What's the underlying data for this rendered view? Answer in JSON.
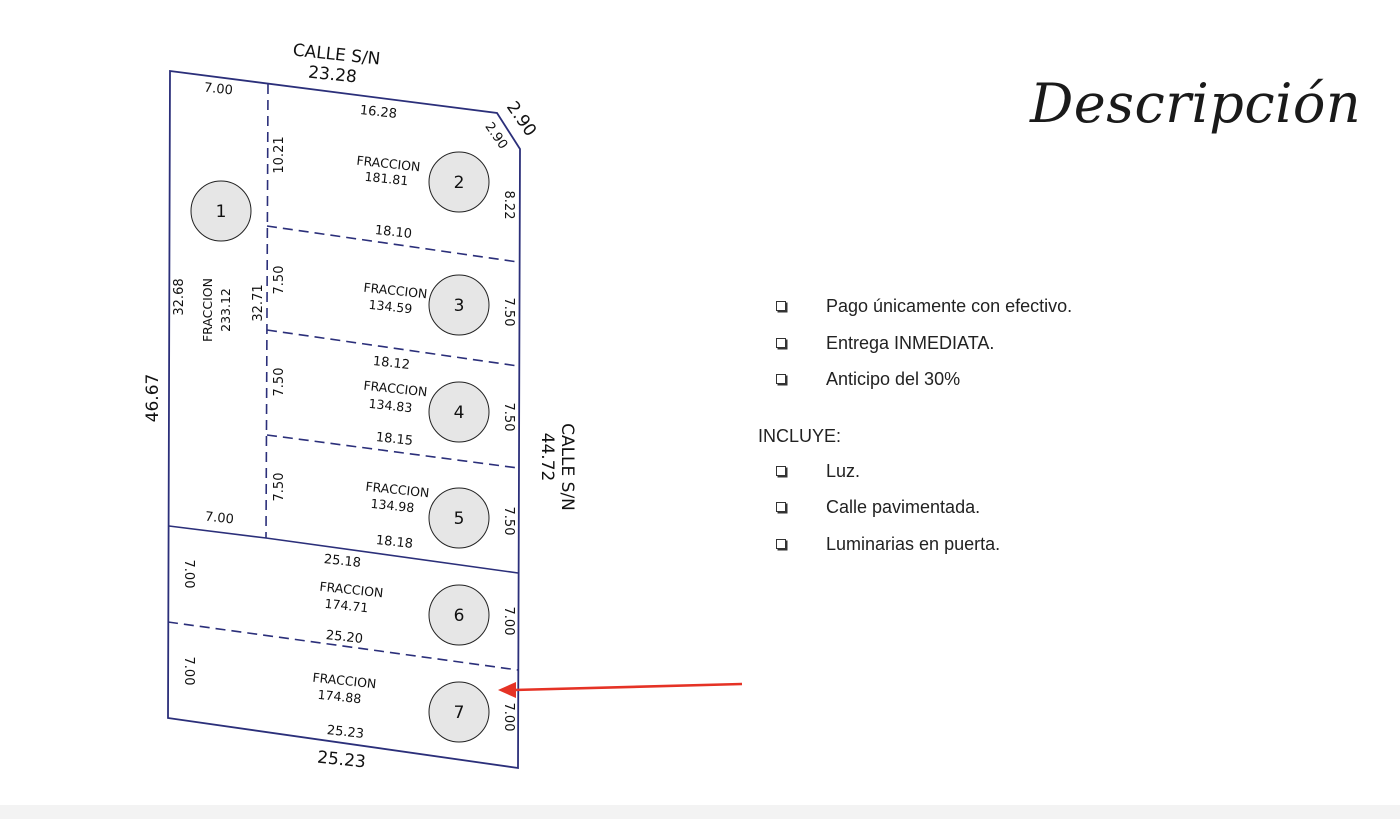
{
  "plan": {
    "street_top": {
      "name": "CALLE S/N",
      "length": "23.28"
    },
    "street_right": {
      "name": "CALLE S/N",
      "length": "44.72"
    },
    "corner": "2.90",
    "corner_inner": "2.90",
    "left_total": "46.67",
    "bottom_total": "25.23",
    "dims": {
      "lot1_top": "7.00",
      "lot1_bottom": "7.00",
      "lot1_left": "32.68",
      "lot1_right": "32.71",
      "lot2_top": "16.28",
      "lot2_left": "10.21",
      "lot2_right": "8.22",
      "line_2_3": "18.10",
      "lot3_left": "7.50",
      "lot3_right": "7.50",
      "line_3_4": "18.12",
      "lot4_left": "7.50",
      "lot4_right": "7.50",
      "line_4_5": "18.15",
      "lot5_left": "7.50",
      "lot5_right": "7.50",
      "line_5_bottom": "18.18",
      "line_above_6": "25.18",
      "lot6_left": "7.00",
      "lot6_right": "7.00",
      "line_6_7": "25.20",
      "lot7_left": "7.00",
      "lot7_right": "7.00",
      "lot7_bottom": "25.23"
    },
    "lots": [
      {
        "number": "1",
        "label": "FRACCION",
        "area": "233.12"
      },
      {
        "number": "2",
        "label": "FRACCION",
        "area": "181.81"
      },
      {
        "number": "3",
        "label": "FRACCION",
        "area": "134.59"
      },
      {
        "number": "4",
        "label": "FRACCION",
        "area": "134.83"
      },
      {
        "number": "5",
        "label": "FRACCION",
        "area": "134.98"
      },
      {
        "number": "6",
        "label": "FRACCION",
        "area": "174.71"
      },
      {
        "number": "7",
        "label": "FRACCION",
        "area": "174.88"
      }
    ],
    "colors": {
      "line": "#2b2f7a",
      "circle_fill": "#e6e6e6",
      "arrow": "#e53225"
    }
  },
  "description": {
    "title": "Descripción",
    "conditions": [
      "Pago únicamente con efectivo.",
      "Entrega INMEDIATA.",
      "Anticipo del 30%"
    ],
    "includes_heading": "INCLUYE:",
    "includes": [
      "Luz.",
      "Calle pavimentada.",
      "Luminarias en puerta."
    ]
  }
}
